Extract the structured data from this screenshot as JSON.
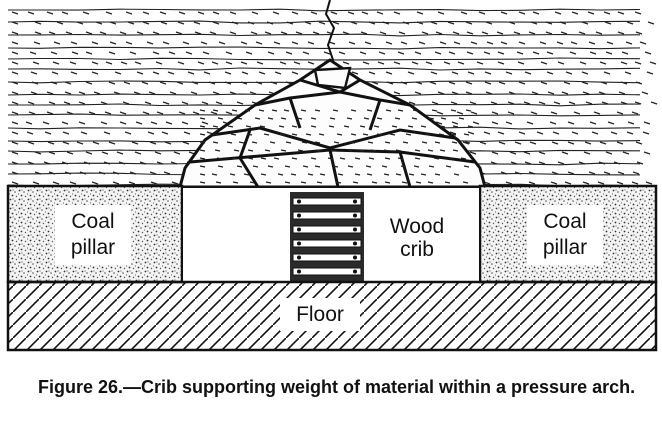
{
  "labels": {
    "left_pillar": [
      "Coal",
      "pillar"
    ],
    "right_pillar": [
      "Coal",
      "pillar"
    ],
    "crib": [
      "Wood",
      "crib"
    ],
    "floor": "Floor"
  },
  "caption": "Figure 26.—Crib supporting weight of material within a pressure arch."
}
